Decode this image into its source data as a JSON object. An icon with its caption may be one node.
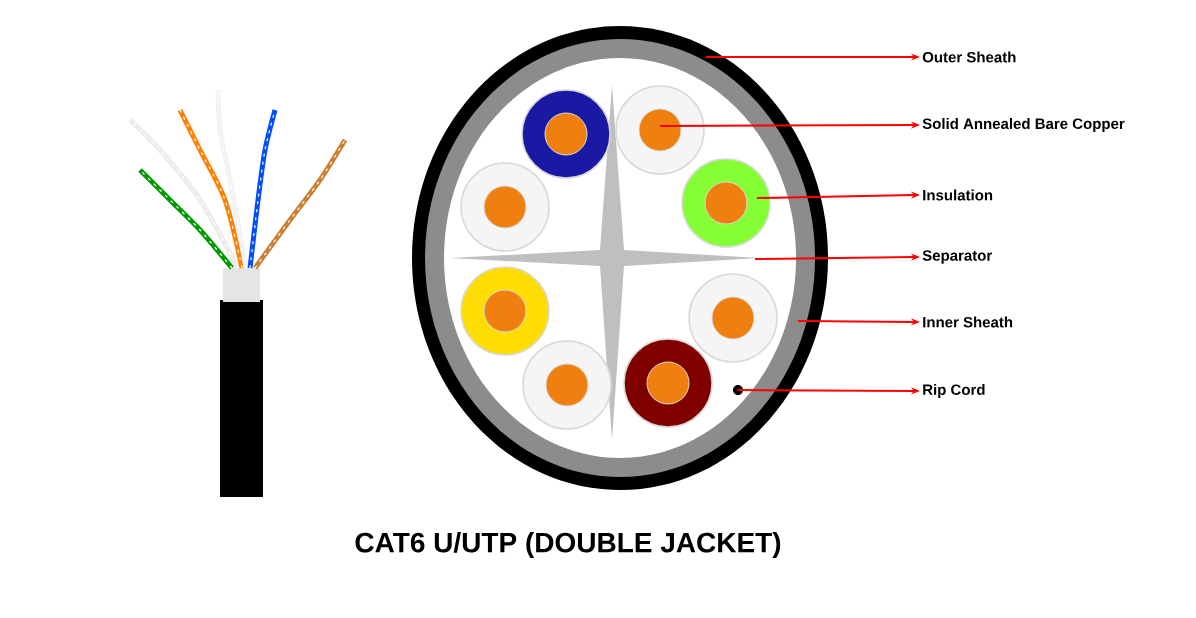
{
  "diagram": {
    "title": "CAT6    U/UTP (DOUBLE JACKET)",
    "nodes": [
      {
        "text": [
          "Outer Sheath"
        ]
      },
      {
        "text": [
          "Solid Annealed Bare Copper"
        ]
      },
      {
        "text": [
          "Insulation"
        ]
      },
      {
        "text": [
          "Separator"
        ]
      },
      {
        "text": [
          "Inner Sheath"
        ]
      },
      {
        "text": [
          "Rip Cord"
        ]
      },
      {
        "text": [],
        "shape": "circle"
      }
    ],
    "edges": [
      {
        "from": null,
        "to": 0,
        "arrow": "to",
        "color": "#ff0000"
      },
      {
        "from": null,
        "to": 1,
        "arrow": "to",
        "color": "#ff0000"
      },
      {
        "from": null,
        "to": 2,
        "arrow": "to",
        "color": "#ff0000"
      },
      {
        "from": null,
        "to": 3,
        "arrow": "to",
        "color": "#ff0000"
      },
      {
        "from": null,
        "to": 4,
        "arrow": "to",
        "color": "#ff0000"
      },
      {
        "from": 6,
        "to": 5,
        "arrow": "to",
        "color": "#ff0000"
      }
    ]
  }
}
